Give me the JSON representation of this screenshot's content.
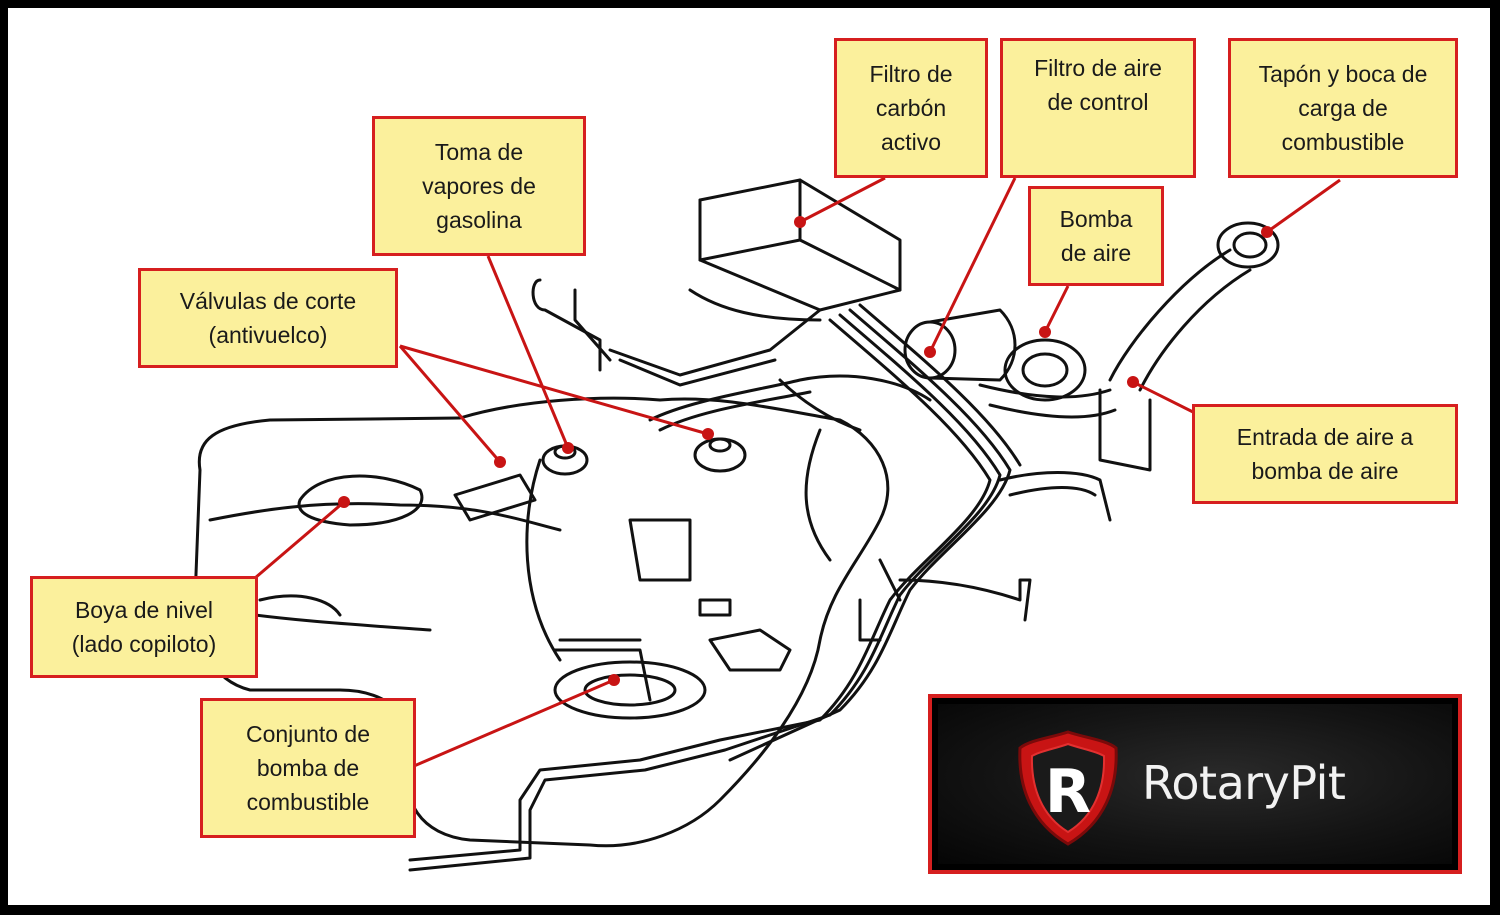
{
  "callouts": {
    "filtro_carbon": "Filtro de\ncarbón\nactivo",
    "filtro_aire": "Filtro de aire\nde control",
    "tapon": "Tapón y boca de\ncarga de\ncombustible",
    "toma_vapores": "Toma de\nvapores de\ngasolina",
    "bomba_aire": "Bomba\nde aire",
    "valvulas": "Válvulas de corte\n(antivuelco)",
    "entrada_aire": "Entrada de aire a\nbomba de aire",
    "boya": "Boya de nivel\n(lado copiloto)",
    "conjunto_bomba": "Conjunto de\nbomba de\ncombustible"
  },
  "logo": {
    "letter": "R",
    "text_part1": "Rotary",
    "text_part2": "Pit"
  },
  "colors": {
    "callout_fill": "#fbf09c",
    "callout_border": "#d61f1f",
    "leader_line": "#c81414",
    "logo_red": "#d61f1f"
  }
}
